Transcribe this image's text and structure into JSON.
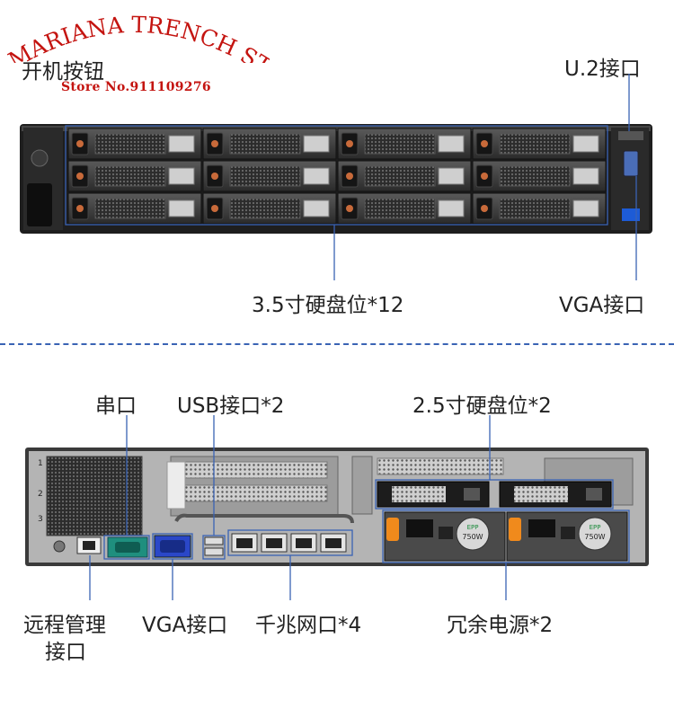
{
  "watermark": {
    "store_name": "MARIANA TRENCH STORE",
    "store_no": "Store No.911109276"
  },
  "front": {
    "power_button_label": "开机按钮",
    "u2_label": "U.2接口",
    "drive_bays_label": "3.5寸硬盘位*12",
    "vga_label": "VGA接口"
  },
  "rear": {
    "serial_label": "串口",
    "usb_label": "USB接口*2",
    "rear_drive_label": "2.5寸硬盘位*2",
    "remote_mgmt_label_line1": "远程管理",
    "remote_mgmt_label_line2": "接口",
    "vga_label": "VGA接口",
    "nic_label": "千兆网口*4",
    "psu_label": "冗余电源*2",
    "psu_rating": "750W",
    "psu_brand": "EPP"
  },
  "colors": {
    "callout": "#3a63b4",
    "watermark": "#c41410",
    "chassis": "#2b2b2b",
    "panel_metal": "#a8a8a8",
    "serial_port": "#1f8f7e",
    "vga_port": "#2a47c8"
  }
}
